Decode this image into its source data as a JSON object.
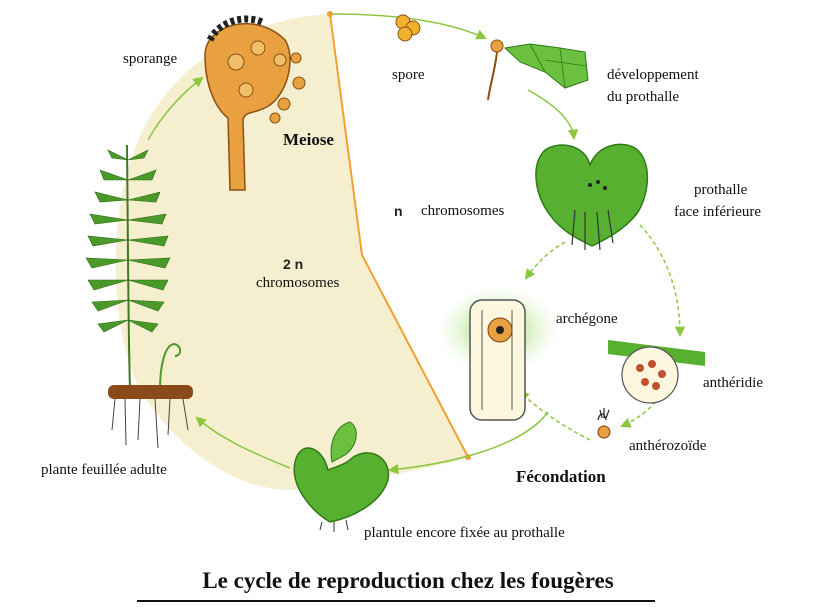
{
  "diagram": {
    "stages": {
      "sporange": "sporange",
      "spore": "spore",
      "developpement": [
        "développement",
        "du prothalle"
      ],
      "prothalle": [
        "prothalle",
        "face inférieure"
      ],
      "archegone": "archégone",
      "antheridie": "anthéridie",
      "antherozoide": "anthérozoïde",
      "plantule": "plantule encore fixée au prothalle",
      "plante": "plante feuillée adulte"
    },
    "events": {
      "meiose": "Meiose",
      "fecondation": "Fécondation"
    },
    "ploidy": {
      "haploid_symbol": "n",
      "haploid_label": "chromosomes",
      "diploid_symbol": "2 n",
      "diploid_label": "chromosomes"
    },
    "colors": {
      "diploid_zone": "#f6efcf",
      "boundary": "#f0a030",
      "arrow": "#8cc63f",
      "tissue": "#58b030",
      "sporangium": "#e8a040"
    }
  },
  "title": "Le cycle de reproduction chez les fougères"
}
